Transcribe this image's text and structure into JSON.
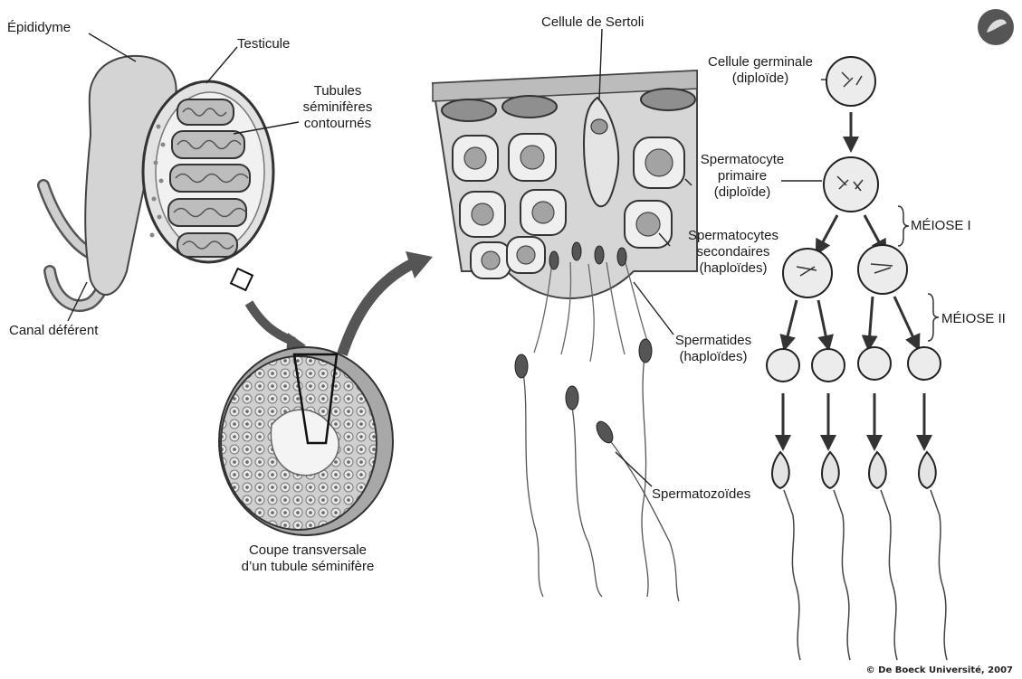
{
  "labels": {
    "epididyme": "Épididyme",
    "testicule": "Testicule",
    "tubules_l1": "Tubules",
    "tubules_l2": "séminifères",
    "tubules_l3": "contournés",
    "canal": "Canal déférent",
    "coupe_l1": "Coupe transversale",
    "coupe_l2": "d’un tubule séminifère",
    "sertoli": "Cellule de Sertoli",
    "germinale_l1": "Cellule germinale",
    "germinale_l2": "(diploïde)",
    "primaire_l1": "Spermatocyte",
    "primaire_l2": "primaire",
    "primaire_l3": "(diploïde)",
    "secondaires_l1": "Spermatocytes",
    "secondaires_l2": "secondaires",
    "secondaires_l3": "(haploïdes)",
    "spermatides_l1": "Spermatides",
    "spermatides_l2": "(haploïdes)",
    "spermatozoides": "Spermatozoïdes",
    "meiose1": "MÉIOSE I",
    "meiose2": "MÉIOSE II"
  },
  "copyright": "© De Boeck Université, 2007",
  "colors": {
    "ink": "#1a1a1a",
    "tissue": "#d9d9d9",
    "nucleus": "#8a8a8a",
    "dark": "#555555"
  }
}
